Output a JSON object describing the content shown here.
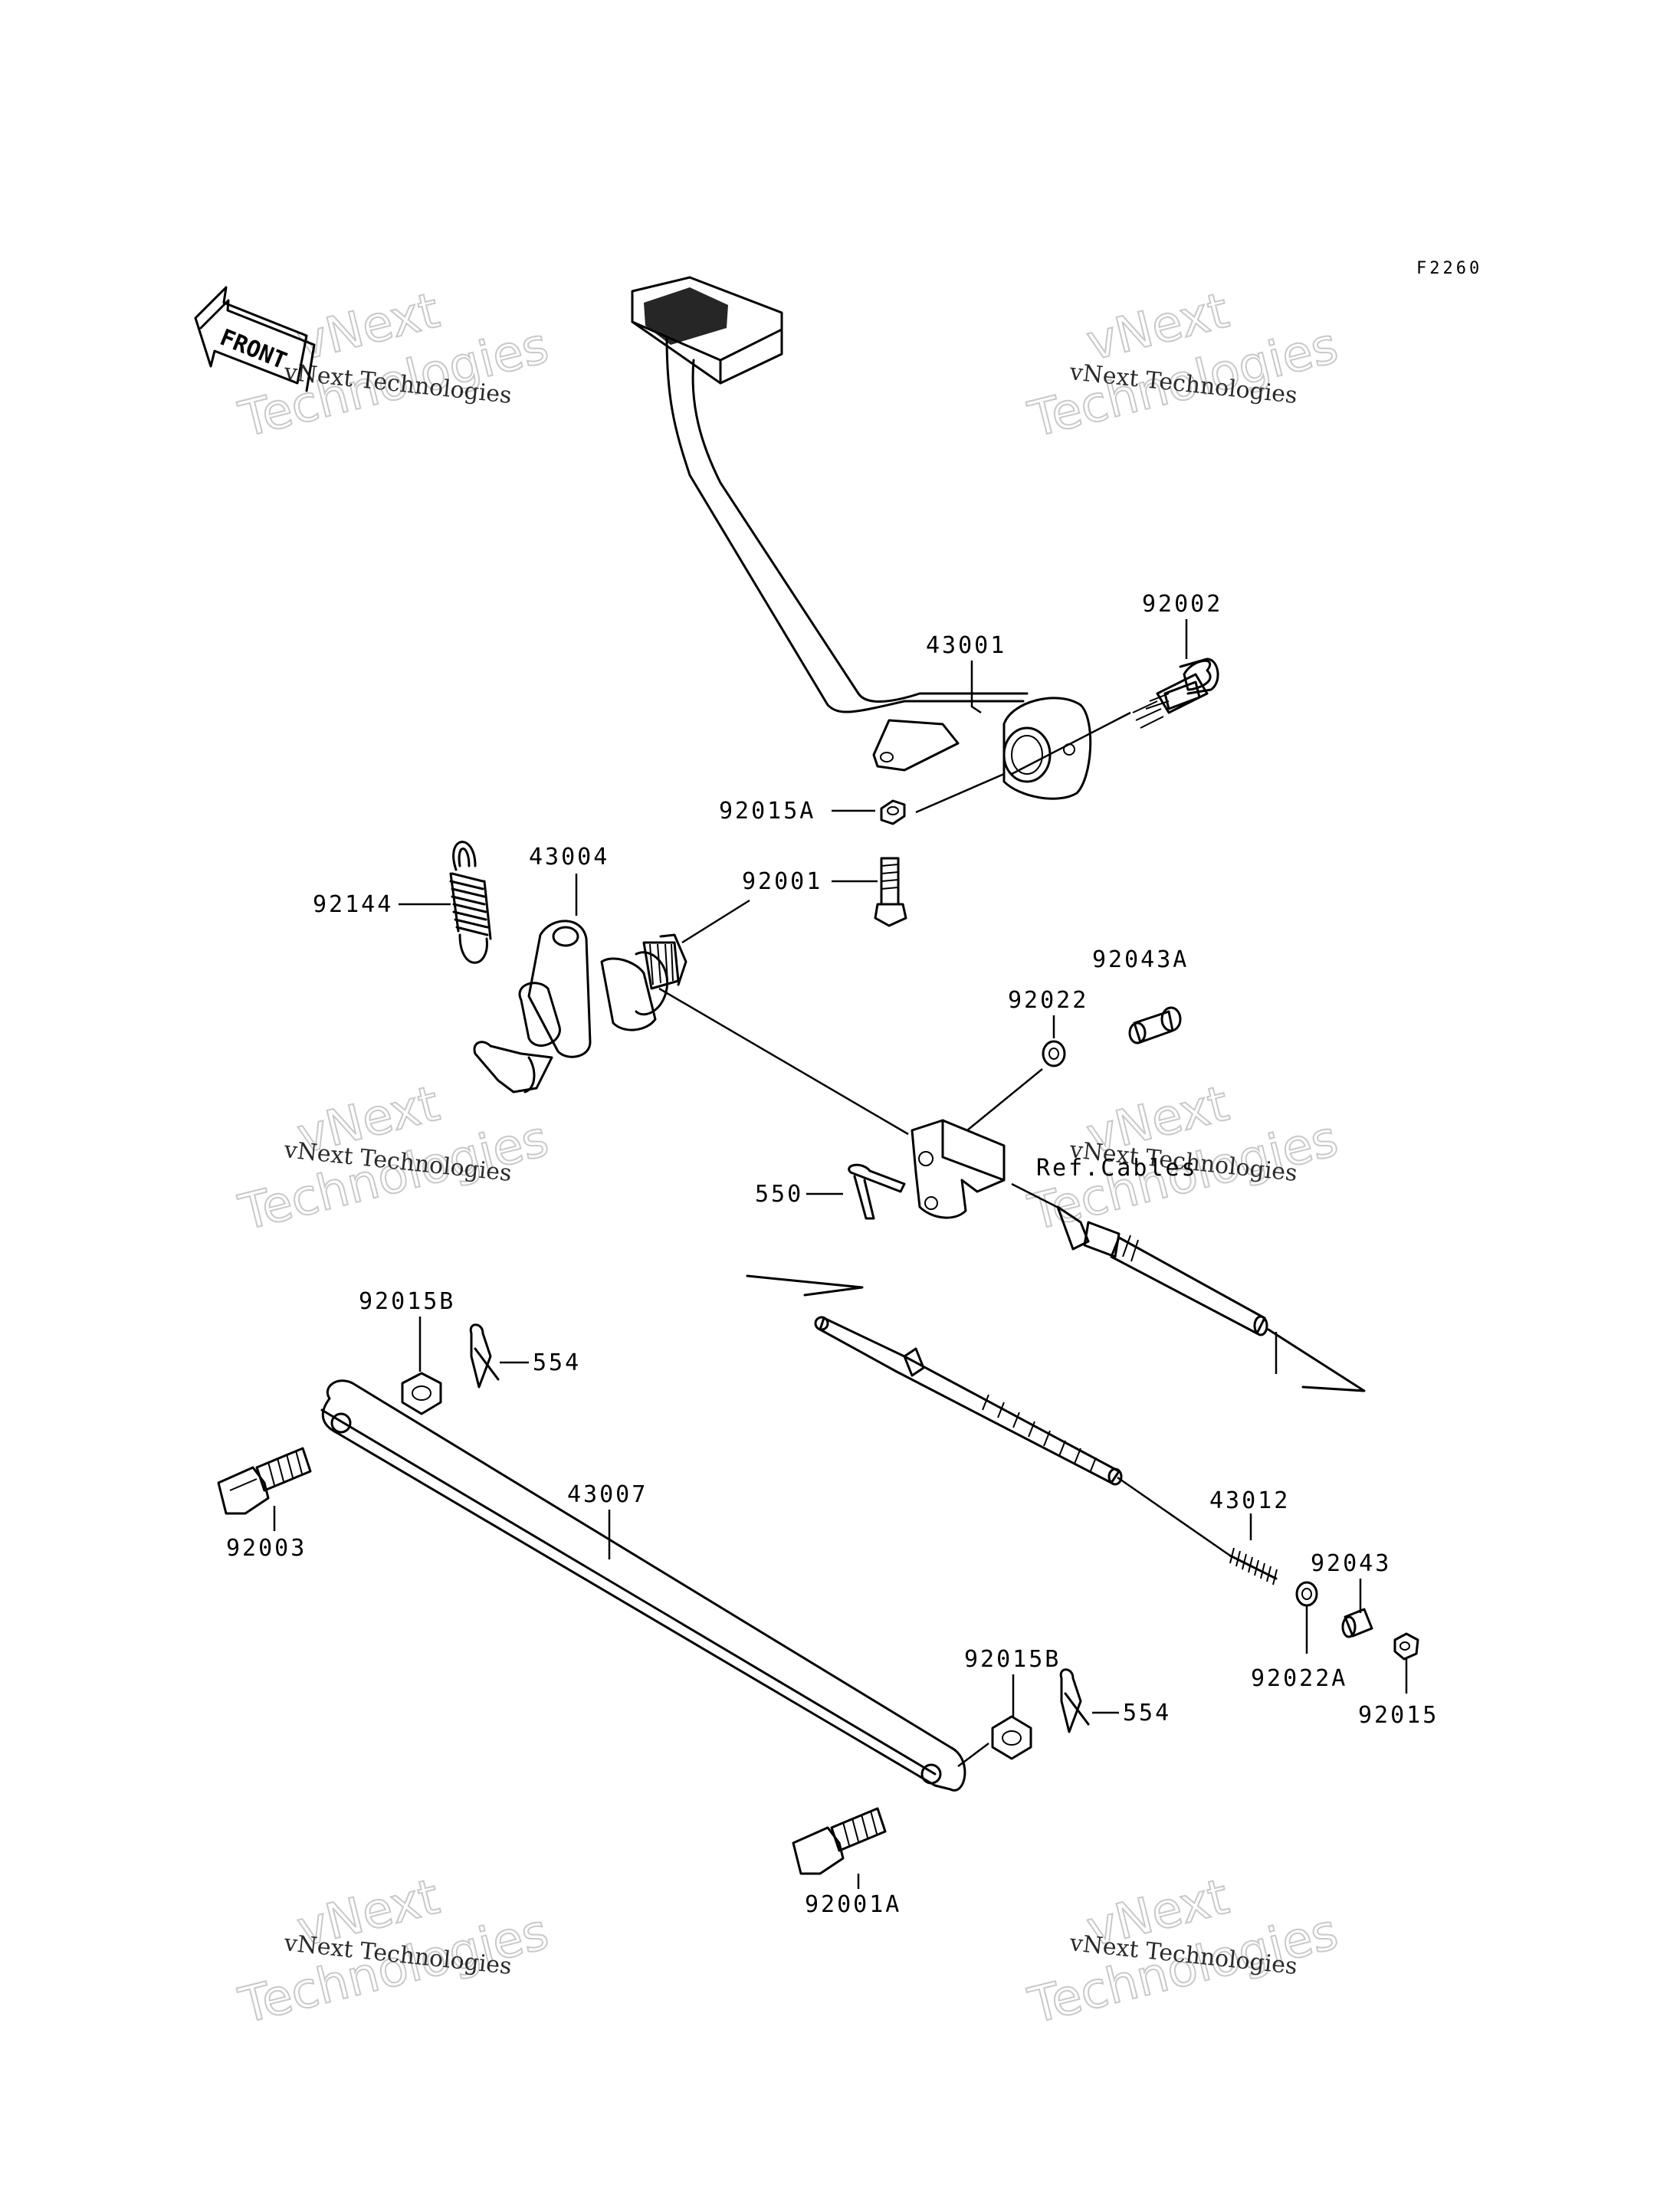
{
  "diagram_code": "F2260",
  "front_label": "FRONT",
  "ref_label": "Ref.Cables",
  "watermark": {
    "line1": "vNext Technologies",
    "line2": "vNext",
    "line3": "Technologies"
  },
  "parts": {
    "p43001": "43001",
    "p92002": "92002",
    "p92015A": "92015A",
    "p43004": "43004",
    "p92001": "92001",
    "p92144": "92144",
    "p92043A": "92043A",
    "p92022": "92022",
    "p550": "550",
    "p92015B_top": "92015B",
    "p554_top": "554",
    "p43007": "43007",
    "p92003": "92003",
    "p43012": "43012",
    "p92043": "92043",
    "p92022A": "92022A",
    "p92015": "92015",
    "p92015B_bot": "92015B",
    "p554_bot": "554",
    "p92001A": "92001A"
  }
}
